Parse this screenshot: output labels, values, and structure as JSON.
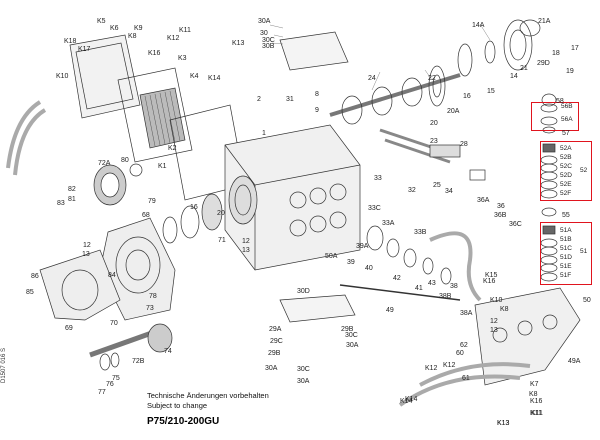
{
  "document_id": "D1507 016 S",
  "note_de": "Technische Änderungen vorbehalten",
  "note_en": "Subject to change",
  "model": "P75/210-200GU",
  "highlight_color": "#e0141e",
  "groups": {
    "g58": {
      "parts": [
        "56B",
        "56A"
      ]
    },
    "g52": {
      "label": "52",
      "parts": [
        "52A",
        "52B",
        "52C",
        "52D",
        "52E",
        "52F"
      ]
    },
    "g51": {
      "label": "51",
      "parts": [
        "51A",
        "51B",
        "51C",
        "51D",
        "51E",
        "51F"
      ]
    }
  },
  "callouts": [
    "K5",
    "K6",
    "K9",
    "K8",
    "K11",
    "K18",
    "K17",
    "K10",
    "K16",
    "K12",
    "K14",
    "K13",
    "K3",
    "K4",
    "K2",
    "K1",
    "30A",
    "30",
    "30C",
    "30B",
    "31",
    "8",
    "9",
    "2",
    "1",
    "24",
    "22",
    "23",
    "20",
    "20A",
    "16",
    "15",
    "14",
    "14A",
    "21A",
    "21",
    "29D",
    "18",
    "17",
    "19",
    "58",
    "57",
    "55",
    "K8",
    "K7",
    "K16",
    "K11",
    "K13",
    "K12",
    "K14",
    "72A",
    "80",
    "82",
    "81",
    "83",
    "79",
    "68",
    "16",
    "71",
    "20",
    "12",
    "13",
    "36",
    "36A",
    "36B",
    "36C",
    "34",
    "33",
    "33C",
    "33A",
    "33B",
    "32",
    "39A",
    "39",
    "40",
    "42",
    "43",
    "41",
    "38B",
    "38",
    "38A",
    "28",
    "25",
    "50",
    "50A",
    "49",
    "K15",
    "K16",
    "K10",
    "K8",
    "12",
    "13",
    "60",
    "61",
    "62",
    "49A",
    "30D",
    "29A",
    "29C",
    "29B",
    "29B",
    "30C",
    "30A",
    "30A",
    "30C",
    "30A",
    "K14",
    "K12",
    "K13",
    "K11",
    "86",
    "85",
    "84",
    "78",
    "69",
    "70",
    "73",
    "72B",
    "74",
    "77",
    "76",
    "75",
    "12",
    "13"
  ]
}
